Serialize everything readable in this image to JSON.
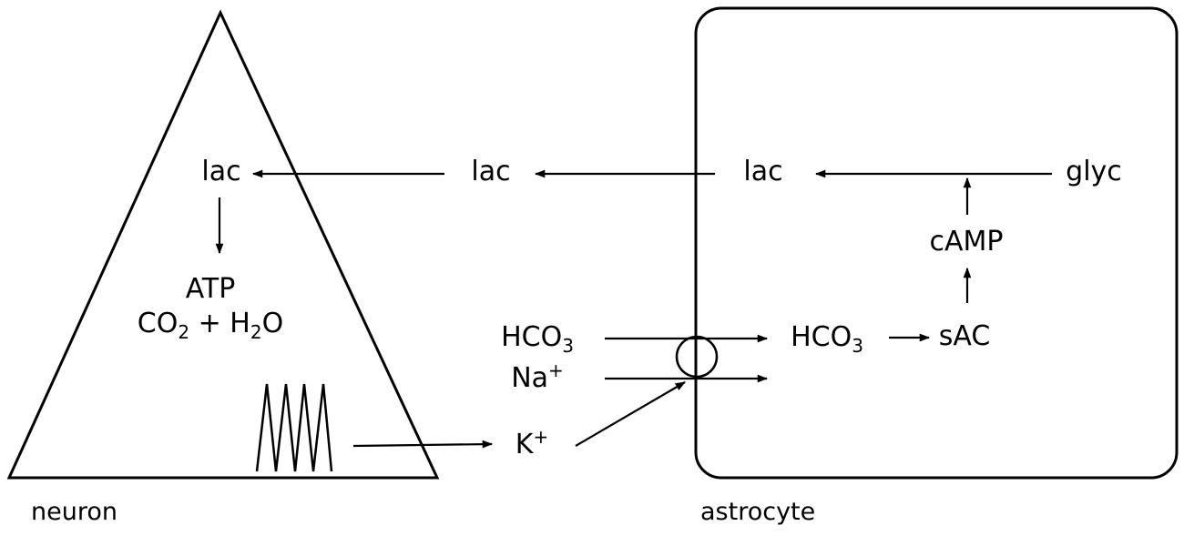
{
  "labels": {
    "neuron_lac": "lac",
    "mid_lac": "lac",
    "astro_lac": "lac",
    "glyc": "glyc",
    "camp": "cAMP",
    "atp": "ATP",
    "co2_a": "CO",
    "co2_sub": "2",
    "co2_plus": " + H",
    "h2o_sub": "2",
    "h2o_o": "O",
    "hco3_out_a": "HCO",
    "hco3_out_sub": "3",
    "na_a": "Na",
    "na_sup": "+",
    "k_a": "K",
    "k_sup": "+",
    "hco3_in_a": "HCO",
    "hco3_in_sub": "3",
    "sac": "sAC"
  },
  "captions": {
    "neuron": "neuron",
    "astrocyte": "astrocyte"
  },
  "colors": {
    "ink": "#000000",
    "background": "#ffffff"
  }
}
